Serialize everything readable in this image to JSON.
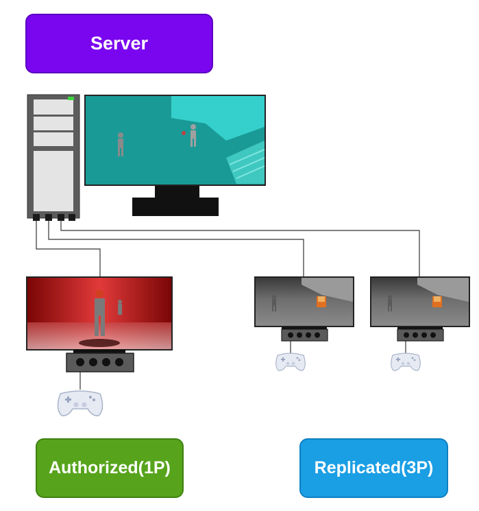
{
  "labels": {
    "server": "Server",
    "authorized": "Authorized(1P)",
    "replicated": "Replicated(3P)"
  },
  "colors": {
    "server": "#7a06f0",
    "authorized": "#57a41c",
    "replicated": "#1a9ee4",
    "server_screen": "#1a9a96",
    "client_1p_screen": "#b81818",
    "client_3p_screen": "#6b6b6b"
  },
  "icons": [
    "tower-computer-icon",
    "monitor-icon",
    "game-console-icon",
    "gamepad-icon"
  ]
}
